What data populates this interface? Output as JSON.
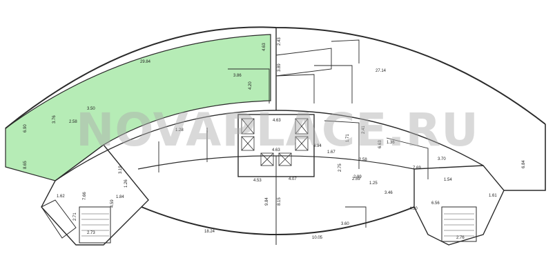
{
  "watermark": "NOVAPLACE.RU",
  "colors": {
    "highlight_fill": "#b6ecb6",
    "wall": "#2a2a2a",
    "background": "#ffffff"
  },
  "dimensions": {
    "d1": "29.84",
    "d2": "27.14",
    "d3": "4.63",
    "d4": "4.63",
    "d5": "4.53",
    "d6": "4.07",
    "d7": "18.24",
    "d8": "10.05",
    "d9": "9.84",
    "d10": "8.15",
    "d11": "3.86",
    "d12": "4.20",
    "d13": "6.90",
    "d14": "8.65",
    "d15": "1.62",
    "d16": "2.71",
    "d17": "2.73",
    "d18": "7.66",
    "d19": "1.84",
    "d20": "1.26",
    "d21": "3.19",
    "d22": "4.59",
    "d23": "1.28",
    "d24": "3.50",
    "d25": "3.76",
    "d26": "2.58",
    "d27": "2.58",
    "d28": "2.41",
    "d29": "2.59",
    "d30": "1.25",
    "d31": "3.46",
    "d32": "7.69",
    "d33": "6.63",
    "d34": "3.70",
    "d35": "1.54",
    "d36": "1.36",
    "d37": "6.84",
    "d38": "1.61",
    "d39": "2.76",
    "d40": "4.30",
    "d41": "6.56",
    "d42": "3.60",
    "d43": "1.67",
    "d44": "2.75",
    "d45": "4.94",
    "d46": "1.71",
    "d47": "3.89",
    "d48": "2.43",
    "d49": "4.63",
    "d50": "2.99"
  }
}
